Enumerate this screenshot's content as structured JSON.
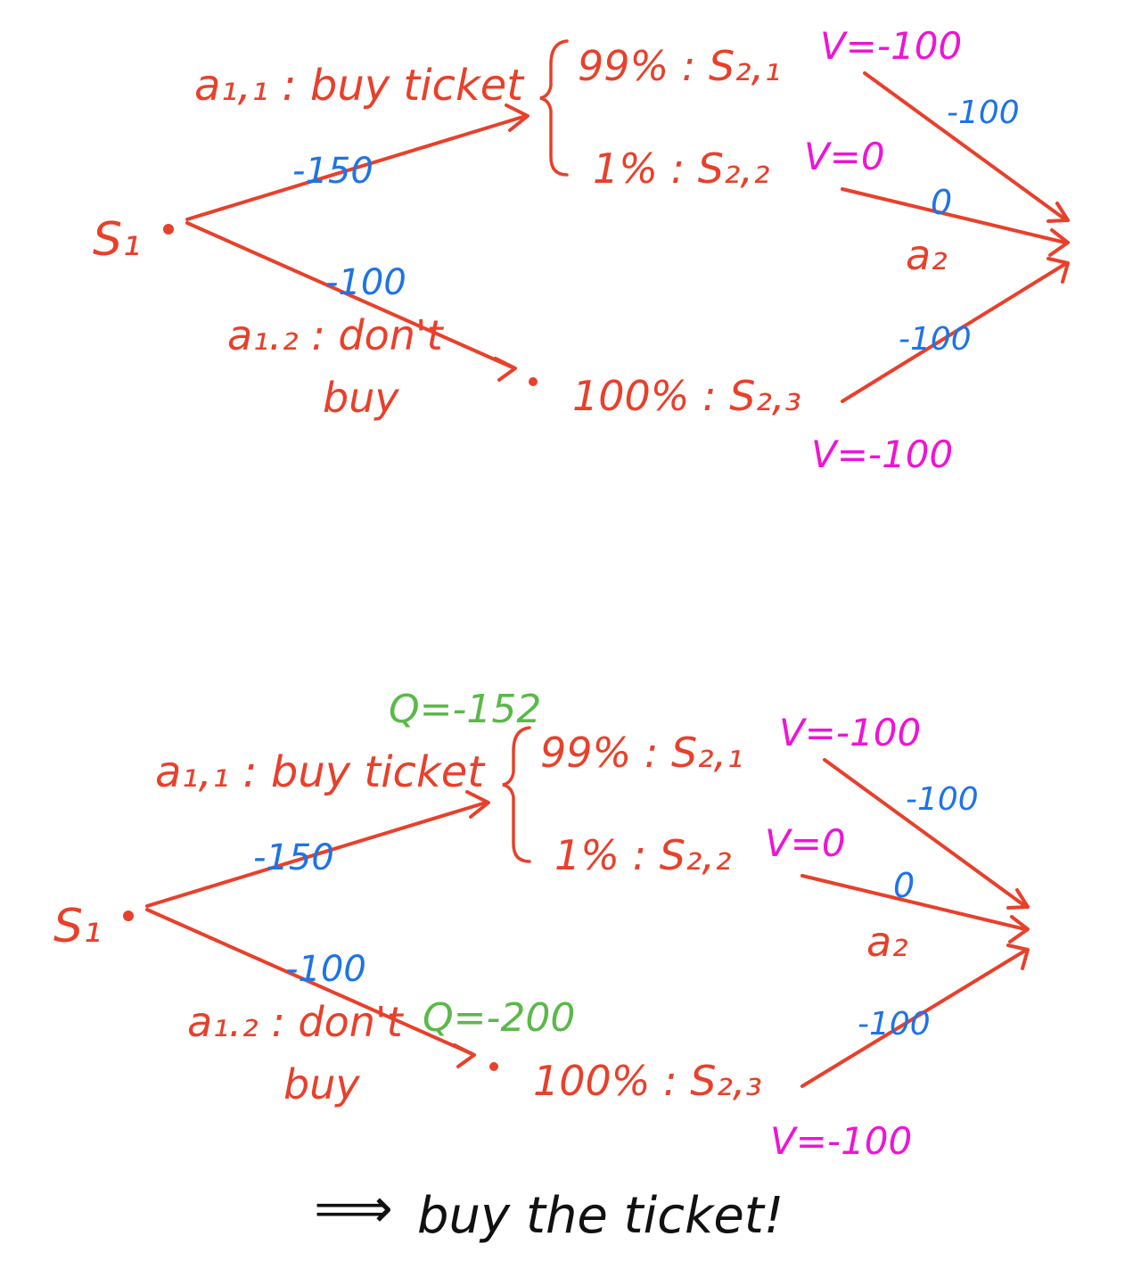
{
  "diagram_top": {
    "state_s1": "S₁",
    "action_buy": "a₁,₁ : buy ticket",
    "action_dont_line1": "a₁.₂ : don't",
    "action_dont_line2": "buy",
    "reward_buy": "-150",
    "reward_dont": "-100",
    "outcome_1": "99% : S₂,₁",
    "outcome_2": "1% : S₂,₂",
    "outcome_3": "100% : S₂,₃",
    "value_1": "V=-100",
    "value_2": "V=0",
    "value_3": "V=-100",
    "edge_r1": "-100",
    "edge_r2": "0",
    "edge_r3": "-100",
    "action_2": "a₂"
  },
  "diagram_bottom": {
    "state_s1": "S₁",
    "action_buy": "a₁,₁ : buy ticket",
    "action_dont_line1": "a₁.₂ : don't",
    "action_dont_line2": "buy",
    "reward_buy": "-150",
    "reward_dont": "-100",
    "q_buy": "Q=-152",
    "q_dont": "Q=-200",
    "outcome_1": "99% : S₂,₁",
    "outcome_2": "1% : S₂,₂",
    "outcome_3": "100% : S₂,₃",
    "value_1": "V=-100",
    "value_2": "V=0",
    "value_3": "V=-100",
    "edge_r1": "-100",
    "edge_r2": "0",
    "edge_r3": "-100",
    "action_2": "a₂"
  },
  "conclusion": {
    "arrow": "⟹",
    "text": "buy the ticket!"
  },
  "colors": {
    "arrows_and_states": "#e8402b",
    "rewards": "#1e73e8",
    "values": "#ee14d6",
    "q_values": "#5bb84a",
    "conclusion": "#111111"
  }
}
